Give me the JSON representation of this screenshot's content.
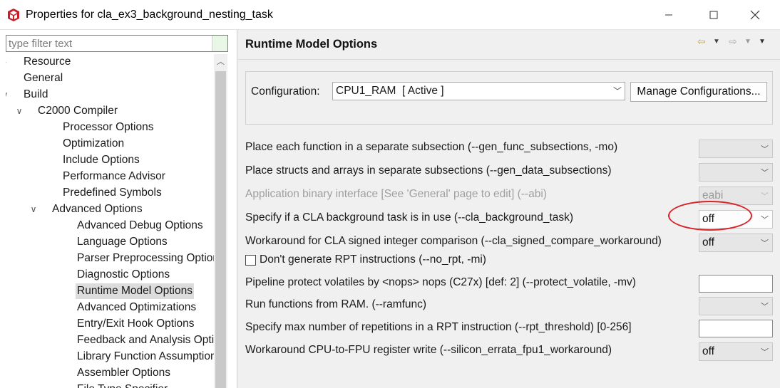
{
  "window": {
    "title": "Properties for cla_ex3_background_nesting_task",
    "icon": "app-logo-icon",
    "controls": [
      "minimize-icon",
      "maximize-icon",
      "close-icon"
    ]
  },
  "filter": {
    "placeholder": "type filter text",
    "value": ""
  },
  "tree": [
    {
      "label": "Resource",
      "twisty": "collapsed"
    },
    {
      "label": "General",
      "twisty": "none"
    },
    {
      "label": "Build",
      "twisty": "expanded"
    },
    {
      "label": "C2000 Compiler",
      "twisty": "expanded"
    },
    {
      "label": "Processor Options",
      "twisty": "none"
    },
    {
      "label": "Optimization",
      "twisty": "none"
    },
    {
      "label": "Include Options",
      "twisty": "none"
    },
    {
      "label": "Performance Advisor",
      "twisty": "none"
    },
    {
      "label": "Predefined Symbols",
      "twisty": "none"
    },
    {
      "label": "Advanced Options",
      "twisty": "expanded"
    },
    {
      "label": "Advanced Debug Options",
      "twisty": "none"
    },
    {
      "label": "Language Options",
      "twisty": "none"
    },
    {
      "label": "Parser Preprocessing Option",
      "twisty": "none"
    },
    {
      "label": "Diagnostic Options",
      "twisty": "none"
    },
    {
      "label": "Runtime Model Options",
      "twisty": "none",
      "selected": true
    },
    {
      "label": "Advanced Optimizations",
      "twisty": "none"
    },
    {
      "label": "Entry/Exit Hook Options",
      "twisty": "none"
    },
    {
      "label": "Feedback and Analysis Optic",
      "twisty": "none"
    },
    {
      "label": "Library Function Assumption",
      "twisty": "none"
    },
    {
      "label": "Assembler Options",
      "twisty": "none"
    },
    {
      "label": "File Type Specifier",
      "twisty": "none"
    }
  ],
  "page": {
    "title": "Runtime Model Options",
    "nav": [
      "back-arrow-icon",
      "back-menu-icon",
      "forward-arrow-icon",
      "forward-menu-icon",
      "view-menu-icon"
    ]
  },
  "configuration": {
    "label": "Configuration:",
    "value": "CPU1_RAM  [ Active ]",
    "manage_label": "Manage Configurations..."
  },
  "options": [
    {
      "label": "Place each function in a separate subsection (--gen_func_subsections, -mo)",
      "control": "combo",
      "value": ""
    },
    {
      "label": "Place structs and arrays in separate subsections (--gen_data_subsections)",
      "control": "combo",
      "value": ""
    },
    {
      "label": "Application binary interface [See 'General' page to edit] (--abi)",
      "control": "combo",
      "value": "eabi",
      "disabled": true
    },
    {
      "label": "Specify if a CLA background task is in use (--cla_background_task)",
      "control": "combo",
      "value": "off",
      "white": true,
      "highlighted": true
    },
    {
      "label": "Workaround for CLA signed integer comparison (--cla_signed_compare_workaround)",
      "control": "combo",
      "value": "off"
    },
    {
      "label": "Don't generate RPT instructions (--no_rpt, -mi)",
      "control": "checkbox",
      "checked": false
    },
    {
      "label": "Pipeline protect volatiles by <nops> nops (C27x) [def: 2] (--protect_volatile, -mv)",
      "control": "text",
      "value": ""
    },
    {
      "label": "Run functions from RAM. (--ramfunc)",
      "control": "combo",
      "value": ""
    },
    {
      "label": "Specify max number of repetitions in a RPT instruction (--rpt_threshold) [0-256]",
      "control": "text",
      "value": ""
    },
    {
      "label": "Workaround CPU-to-FPU register write (--silicon_errata_fpu1_workaround)",
      "control": "combo",
      "value": "off"
    }
  ],
  "colors": {
    "highlight_ellipse": "#d8232a",
    "selection": "#dcdcdc",
    "filter_clear_bg": "#e9f7e6"
  }
}
